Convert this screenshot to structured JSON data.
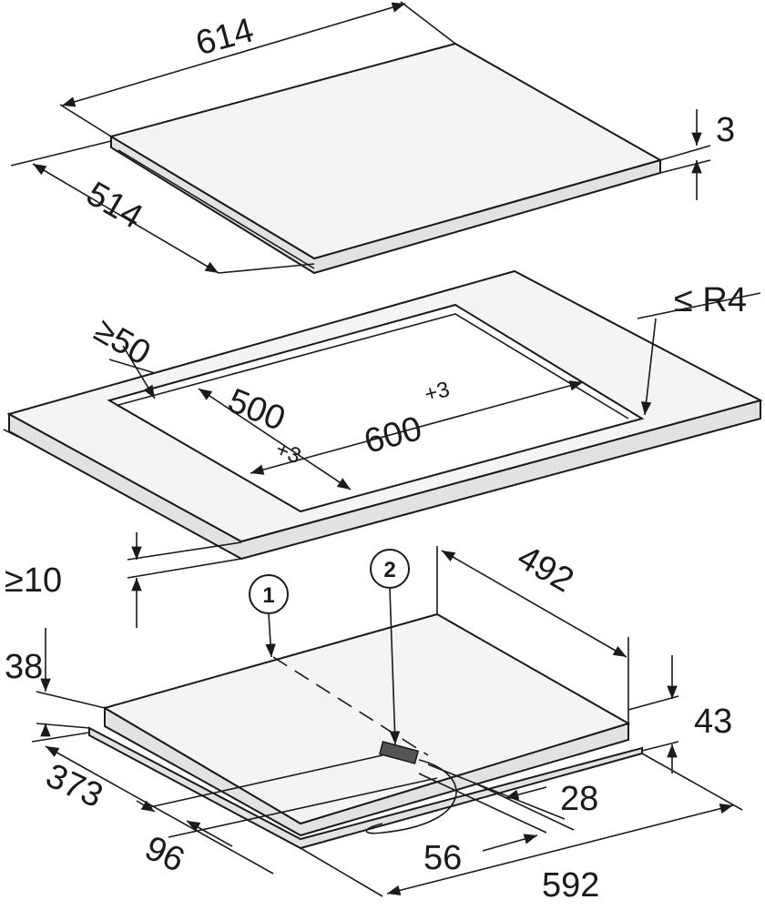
{
  "hob": {
    "width": "614",
    "depth": "514",
    "glass_thickness": "3"
  },
  "cutout": {
    "corner_radius": "≤ R4",
    "front_margin": "≥50",
    "depth": "500",
    "depth_tolerance": "+3",
    "width": "600",
    "width_tolerance": "+3",
    "worktop_thickness": "≥10"
  },
  "underside": {
    "callouts": [
      "1",
      "2"
    ],
    "depth": "492",
    "height_front": "38",
    "height_total": "43",
    "offset_left": "373",
    "offset_front": "96",
    "connection_depth": "28",
    "connection_width": "56",
    "width": "592"
  }
}
